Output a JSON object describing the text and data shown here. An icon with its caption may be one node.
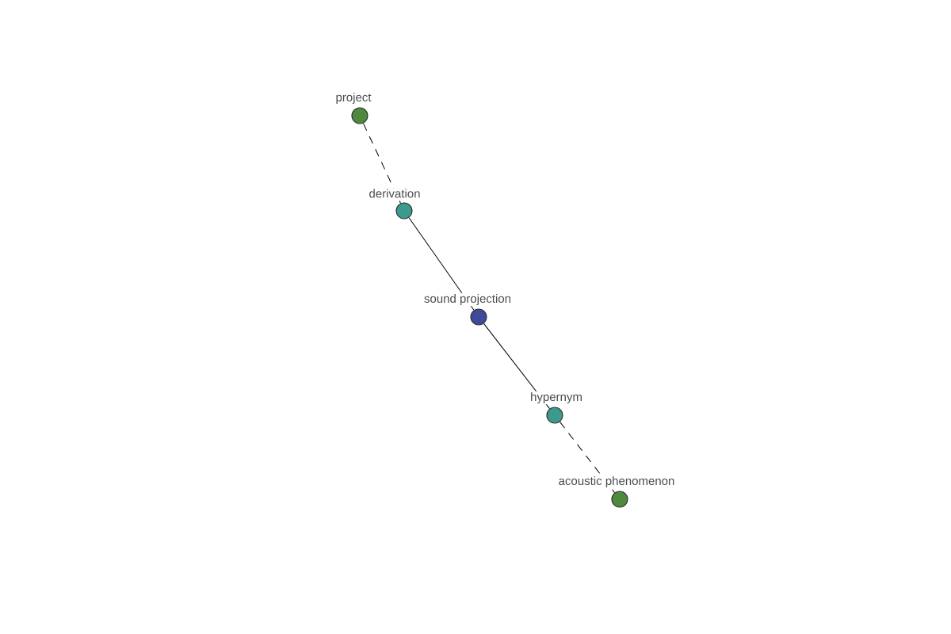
{
  "diagram": {
    "nodes": [
      {
        "text": [
          "project"
        ]
      },
      {
        "text": [
          "derivation"
        ]
      },
      {
        "text": [
          "sound projection"
        ]
      },
      {
        "text": [
          "hypernym"
        ]
      },
      {
        "text": [
          "acoustic phenomenon"
        ]
      }
    ],
    "edges": [
      {
        "from": 0,
        "to": 1,
        "arrow": "none",
        "style": "dashed"
      },
      {
        "from": 1,
        "to": 2,
        "arrow": "none"
      },
      {
        "from": 2,
        "to": 3,
        "arrow": "none"
      },
      {
        "from": 3,
        "to": 4,
        "arrow": "none",
        "style": "dashed"
      }
    ]
  }
}
